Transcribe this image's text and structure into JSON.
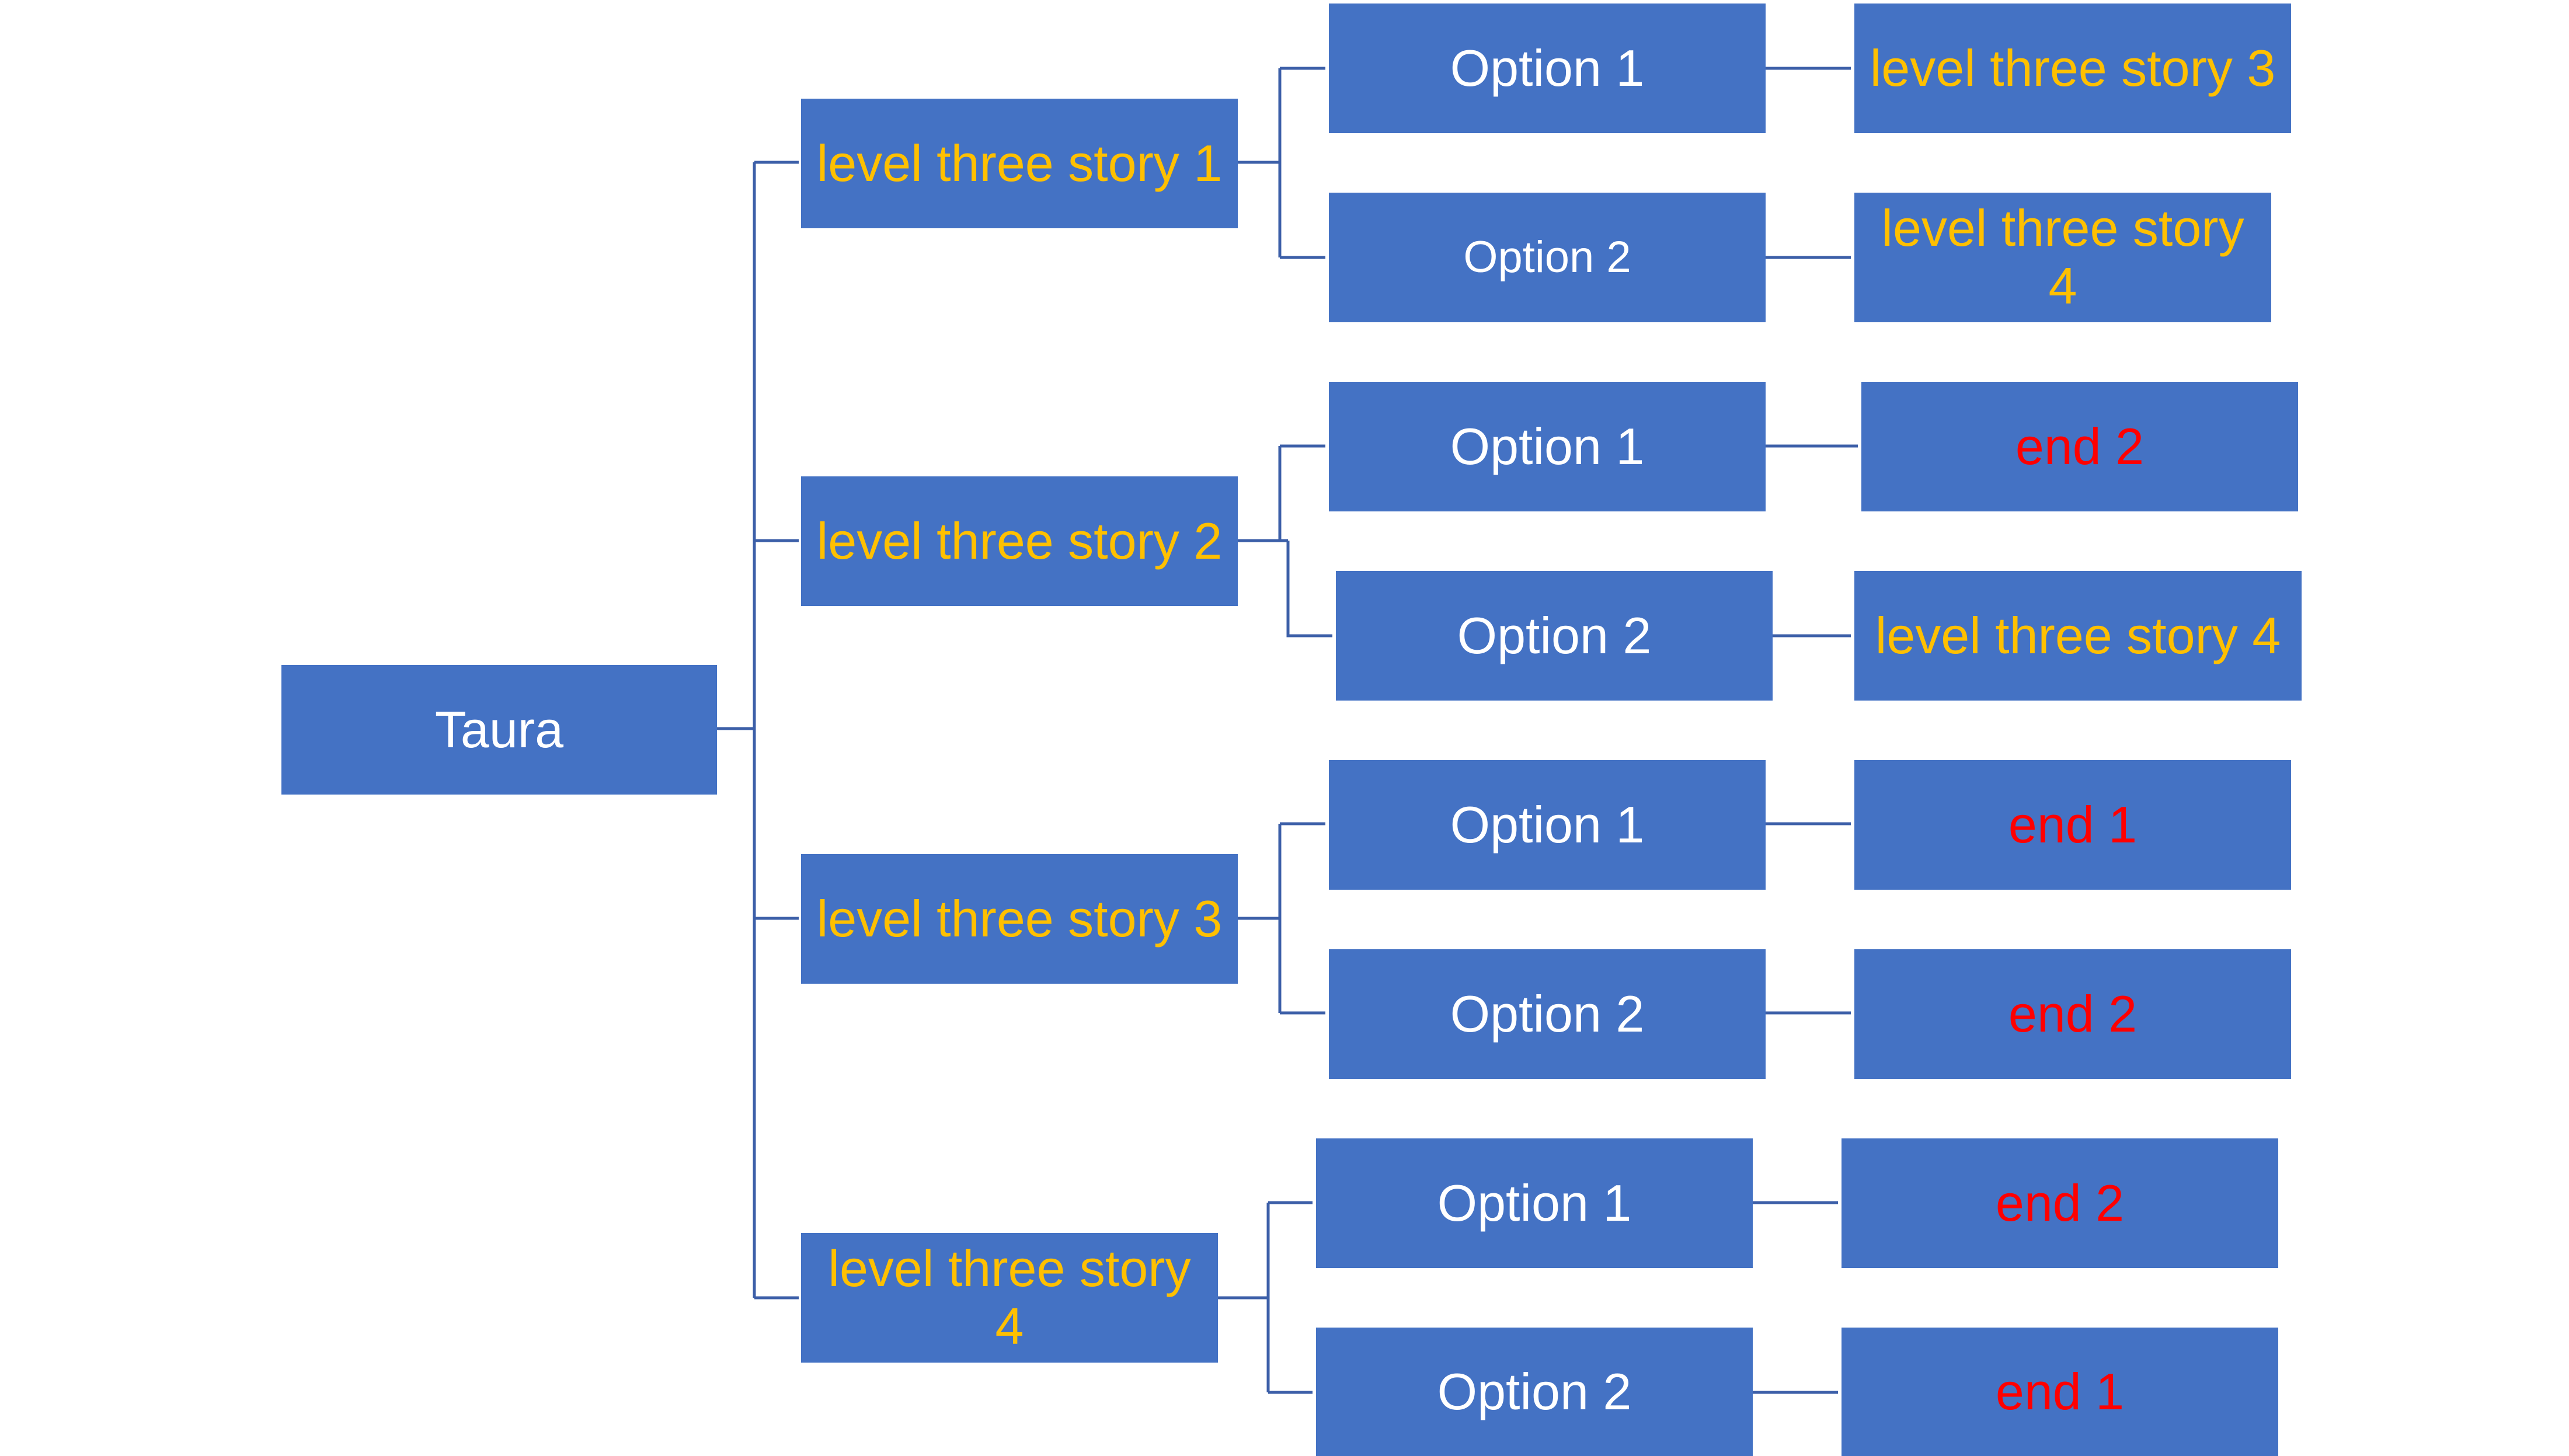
{
  "diagram": {
    "root": {
      "label": "Taura"
    },
    "branches": [
      {
        "label": "level three story 1",
        "options": [
          {
            "label": "Option 1",
            "outcome": "level three story 3"
          },
          {
            "label": "Option 2",
            "outcome": "level three story 4"
          }
        ]
      },
      {
        "label": "level three story 2",
        "options": [
          {
            "label": "Option 1",
            "outcome": "end 2"
          },
          {
            "label": "Option 2",
            "outcome": "level three story 4"
          }
        ]
      },
      {
        "label": "level three story 3",
        "options": [
          {
            "label": "Option 1",
            "outcome": "end 1"
          },
          {
            "label": "Option 2",
            "outcome": "end 2"
          }
        ]
      },
      {
        "label": "level three story 4",
        "options": [
          {
            "label": "Option 1",
            "outcome": "end 2"
          },
          {
            "label": "Option 2",
            "outcome": "end 1"
          }
        ]
      }
    ]
  },
  "colors": {
    "box_fill": "#4472C4",
    "connector": "#3C5FA8",
    "root_text": "#FFFFFF",
    "option_text": "#FFFFFF",
    "story_text": "#FFC000",
    "end_text": "#FF0000"
  }
}
